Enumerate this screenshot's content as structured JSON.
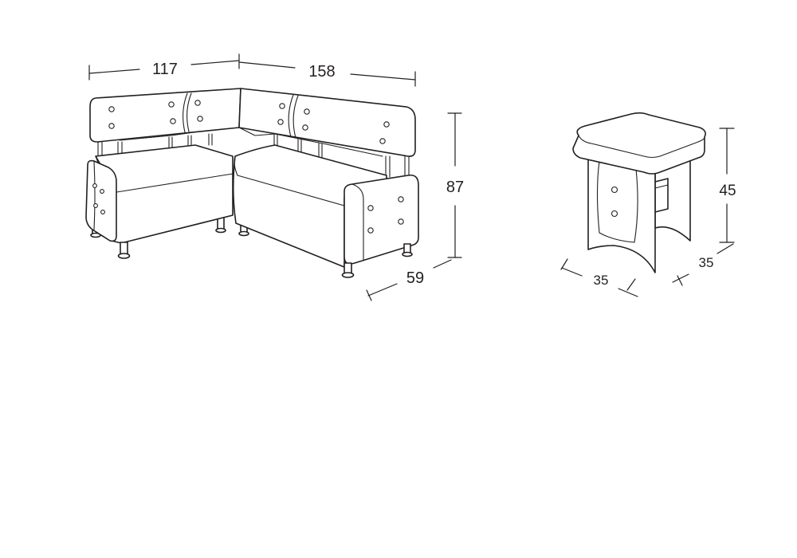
{
  "sofa": {
    "width_left": "117",
    "width_right": "158",
    "height": "87",
    "depth": "59"
  },
  "stool": {
    "height": "45",
    "width": "35",
    "depth": "35"
  }
}
